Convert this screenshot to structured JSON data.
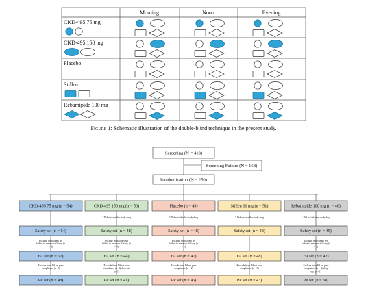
{
  "table": {
    "headers": [
      "Morning",
      "Noon",
      "Evening"
    ],
    "rows": [
      {
        "label": "CKD-495 75 mg",
        "legend": [
          "filled-circle",
          "empty-circle"
        ],
        "cells": [
          [
            "filled-circle",
            "empty-oval",
            "empty-rect",
            "empty-diamond"
          ],
          [
            "filled-circle",
            "empty-oval",
            "empty-rect",
            "empty-diamond"
          ],
          [
            "filled-circle",
            "empty-oval",
            "empty-rect",
            "empty-diamond"
          ]
        ]
      },
      {
        "label": "CKD-495 150 mg",
        "legend": [
          "filled-oval",
          "empty-oval"
        ],
        "cells": [
          [
            "empty-circle",
            "filled-oval",
            "empty-rect",
            "empty-diamond"
          ],
          [
            "empty-circle",
            "filled-oval",
            "empty-rect",
            "empty-diamond"
          ],
          [
            "empty-circle",
            "filled-oval",
            "empty-rect",
            "empty-diamond"
          ]
        ]
      },
      {
        "label": "Placebo",
        "legend": [],
        "cells": [
          [
            "empty-circle",
            "empty-oval",
            "empty-rect",
            "empty-diamond"
          ],
          [
            "empty-circle",
            "empty-oval",
            "empty-rect",
            "empty-diamond"
          ],
          [
            "empty-circle",
            "empty-oval",
            "empty-rect",
            "empty-diamond"
          ]
        ]
      },
      {
        "label": "Stillen",
        "legend": [
          "filled-rect",
          "empty-rect"
        ],
        "cells": [
          [
            "empty-circle",
            "empty-oval",
            "filled-rect",
            "empty-diamond"
          ],
          [
            "empty-circle",
            "empty-oval",
            "filled-rect",
            "empty-diamond"
          ],
          [
            "empty-circle",
            "empty-oval",
            "filled-rect",
            "empty-diamond"
          ]
        ]
      },
      {
        "label": "Rebamipide 100 mg",
        "legend": [
          "filled-diamond",
          "empty-diamond"
        ],
        "cells": [
          [
            "empty-circle",
            "empty-oval",
            "empty-rect",
            "filled-diamond"
          ],
          [
            "empty-circle",
            "empty-oval",
            "empty-rect",
            "filled-diamond"
          ],
          [
            "empty-circle",
            "empty-oval",
            "empty-rect",
            "filled-diamond"
          ]
        ]
      }
    ]
  },
  "caption": {
    "prefix": "Figure 1:",
    "text": "Schematic illustration of the double-blind technique in the present study."
  },
  "flow": {
    "screening": "Screening (N = 418)",
    "screening_failure": "Screening Failure (N = 168)",
    "randomization": "Randomization (N = 250)",
    "arms": [
      {
        "name": "CKD-495 75 mg (n = 54)",
        "color": "#a9c8e8",
        "safety": "Safety set (n = 54)",
        "fa": "FA set (n = 52)",
        "pp": "PP set (n = 48)",
        "note1": "",
        "note2": "Exclude from safety set failure to measure efficacy (n = 2)",
        "note3": "Exclude from FA set poor compliance (n=4)"
      },
      {
        "name": "CKD-495 150 mg (n = 50)",
        "color": "#cfe4c8",
        "safety": "Safety set (n = 48)",
        "fa": "FA set (n = 44)",
        "pp": "PP set (n = 41)",
        "note1": "2 Did not take the study drug",
        "note2": "Exclude from safety set failure to measure efficacy (n = 4)",
        "note3": "Exclude from FA set poor compliance (n=2) drop out (n=1)"
      },
      {
        "name": "Placebo (n = 49)",
        "color": "#f6cfc0",
        "safety": "Safety set (n = 48)",
        "fa": "FA set (n = 47)",
        "pp": "PP set (n = 45)",
        "note1": "1 Did not take the study drug",
        "note2": "Exclude from safety set failure to measure efficacy (n = 1)",
        "note3": "Exclude from FA set poor compliance (n = 2)"
      },
      {
        "name": "Stillen 60 mg (n = 51)",
        "color": "#fbe8b4",
        "safety": "Safety set (n = 48)",
        "fa": "FA set (n = 48)",
        "pp": "PP set (n = 43)",
        "note1": "3 Did not take the study drug",
        "note2": "",
        "note3": "Exclude from FA set poor compliance (n = 5)"
      },
      {
        "name": "Rebamipide 100 mg (n = 46)",
        "color": "#cfcfcf",
        "safety": "Safety set (n = 45)",
        "fa": "FA set (n = 42)",
        "pp": "PP set (n = 38)",
        "note1": "1 Did not take the study drug",
        "note2": "Exclude from safety set failure to measure efficacy (n = 3)",
        "note3": "Exclude from FA set poor compliance (n = 3) drop out (n = 1)"
      }
    ]
  },
  "colors": {
    "pill_fill": "#2ea3d6",
    "pill_stroke": "#1c6f96",
    "grid": "#555555"
  }
}
